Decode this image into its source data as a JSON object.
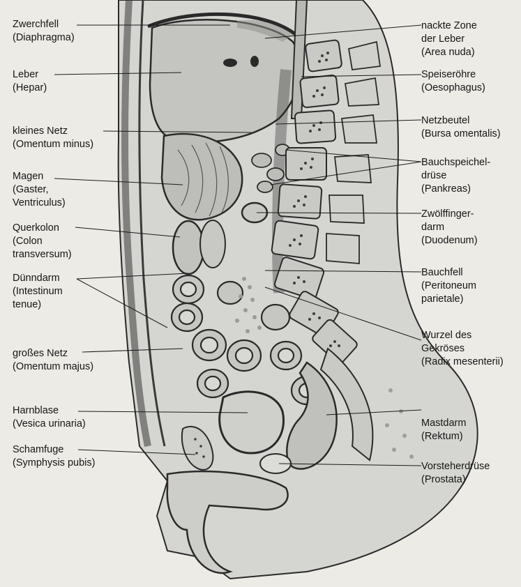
{
  "labels": {
    "zwerchfell": [
      "Zwerchfell",
      "(Diaphragma)"
    ],
    "leber": [
      "Leber",
      "(Hepar)"
    ],
    "kleines_netz": [
      "kleines Netz",
      "(Omentum minus)"
    ],
    "magen": [
      "Magen",
      "(Gaster,",
      "Ventriculus)"
    ],
    "querkolon": [
      "Querkolon",
      "(Colon",
      "transversum)"
    ],
    "duenndarm": [
      "Dünndarm",
      "(Intestinum",
      "tenue)"
    ],
    "grosses_netz": [
      "großes Netz",
      "(Omentum majus)"
    ],
    "harnblase": [
      "Harnblase",
      "(Vesica urinaria)"
    ],
    "schamfuge": [
      "Schamfuge",
      "(Symphysis pubis)"
    ],
    "nackte_zone": [
      "nackte Zone",
      "der Leber",
      "(Area nuda)"
    ],
    "speiseroehre": [
      "Speiseröhre",
      "(Oesophagus)"
    ],
    "netzbeutel": [
      "Netzbeutel",
      "(Bursa omentalis)"
    ],
    "bauchspeicheldruese": [
      "Bauchspeichel-",
      "drüse",
      "(Pankreas)"
    ],
    "zwoelffingerdarm": [
      "Zwölffinger-",
      "darm",
      "(Duodenum)"
    ],
    "bauchfell": [
      "Bauchfell",
      "(Peritoneum",
      "parietale)"
    ],
    "wurzel": [
      "Wurzel des",
      "Gekröses",
      "(Radix mesenterii)"
    ],
    "mastdarm": [
      "Mastdarm",
      "(Rektum)"
    ],
    "vorsteherdruese": [
      "Vorsteherdrüse",
      "(Prostata)"
    ]
  },
  "colors": {
    "background": "#ecebe6",
    "tissue": "#d5d5d2",
    "organ": "#b8b8b4",
    "dark": "#555555",
    "bone": "#c9c9c5",
    "bone_dots": "#3c3c3c"
  }
}
